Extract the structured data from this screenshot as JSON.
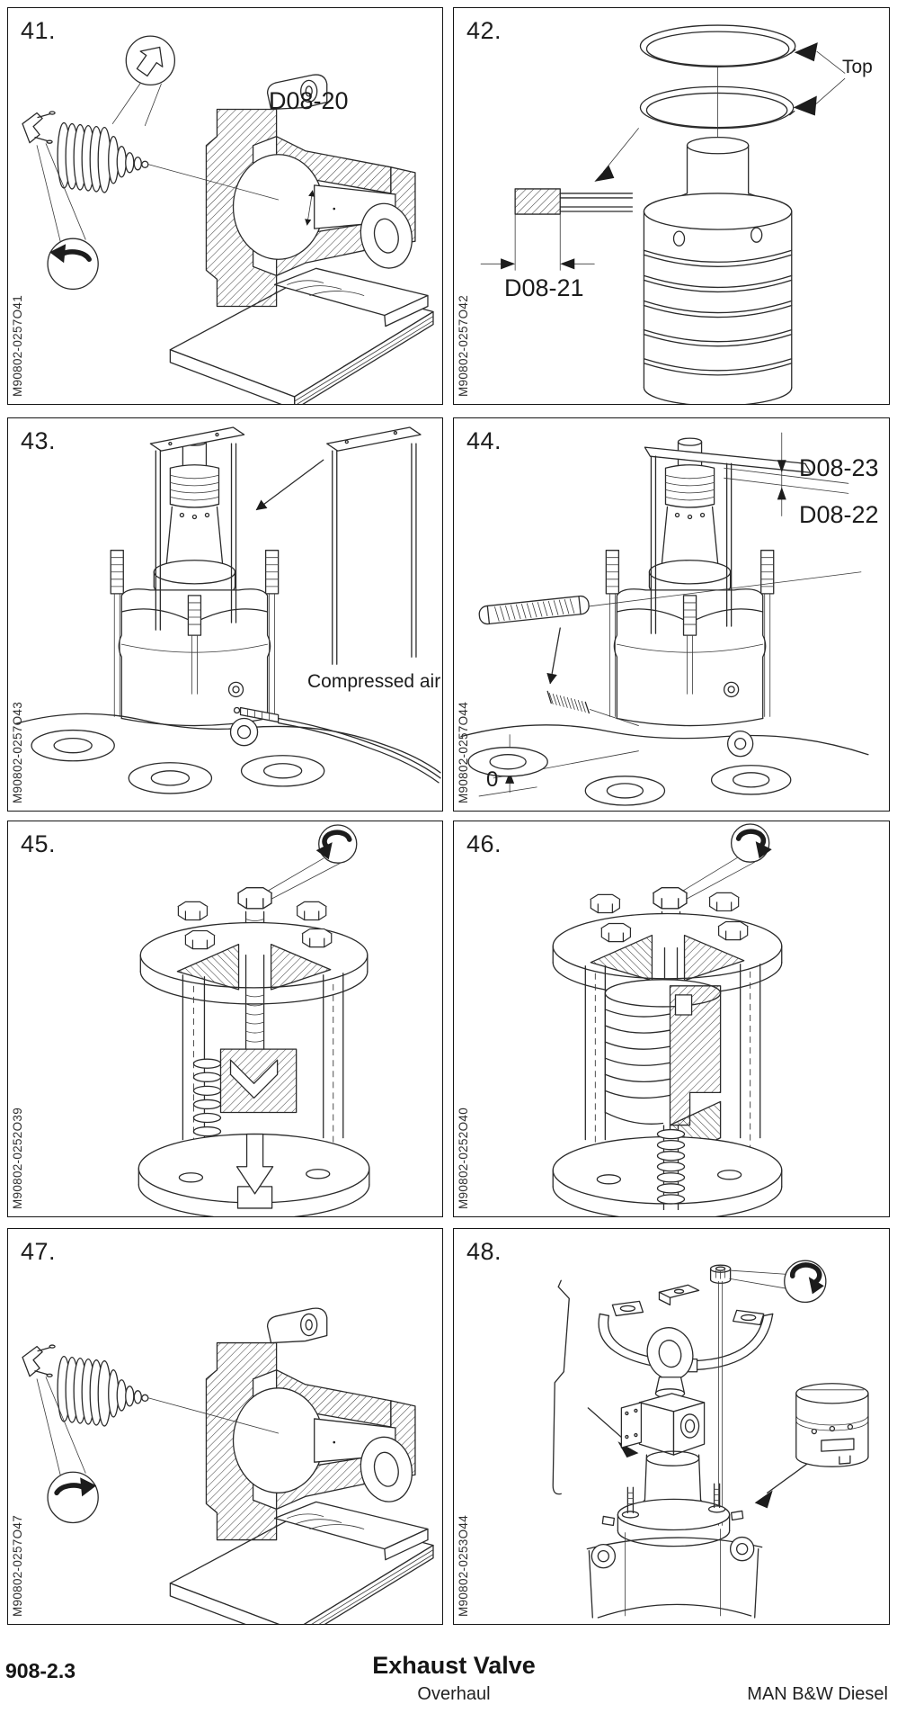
{
  "document": {
    "footer": {
      "section_code": "908-2.3",
      "title": "Exhaust Valve",
      "subtitle": "Overhaul",
      "brand": "MAN B&W Diesel"
    }
  },
  "panels": {
    "p41": {
      "number": "41.",
      "figure_code": "M90802-0257O41",
      "labels": {
        "part_ref": "D08-20"
      },
      "icons": [
        "pull-direction-arrow-icon",
        "turn-counterclockwise-icon"
      ]
    },
    "p42": {
      "number": "42.",
      "figure_code": "M90802-0257O42",
      "labels": {
        "orientation": "Top",
        "dimension_ref": "D08-21"
      },
      "icons": [
        "pointer-arrow-icon"
      ]
    },
    "p43": {
      "number": "43.",
      "figure_code": "M90802-0257O43",
      "labels": {
        "air_supply": "Compressed air"
      },
      "icons": [
        "pointer-arrow-icon"
      ]
    },
    "p44": {
      "number": "44.",
      "figure_code": "M90802-0257O44",
      "labels": {
        "dimension_upper": "D08-23",
        "dimension_lower": "D08-22",
        "zero_reference": "0"
      },
      "icons": [
        "dimension-arrow-icon",
        "pointer-arrow-icon"
      ]
    },
    "p45": {
      "number": "45.",
      "figure_code": "M90802-0252O39",
      "labels": {},
      "icons": [
        "turn-counterclockwise-icon",
        "press-down-arrow-icon"
      ]
    },
    "p46": {
      "number": "46.",
      "figure_code": "M90802-0252O40",
      "labels": {},
      "icons": [
        "turn-clockwise-icon"
      ]
    },
    "p47": {
      "number": "47.",
      "figure_code": "M90802-0257O47",
      "labels": {},
      "icons": [
        "turn-clockwise-icon"
      ]
    },
    "p48": {
      "number": "48.",
      "figure_code": "M90802-0253O44",
      "labels": {},
      "icons": [
        "turn-clockwise-icon",
        "pointer-arrow-icon"
      ]
    }
  }
}
